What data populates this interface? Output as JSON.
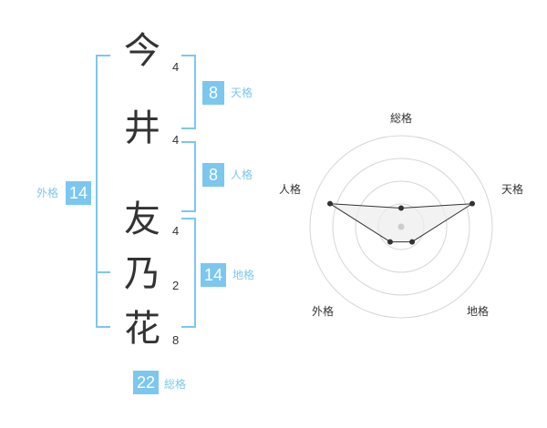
{
  "name": {
    "chars": [
      {
        "char": "今",
        "strokes": "4"
      },
      {
        "char": "井",
        "strokes": "4"
      },
      {
        "char": "友",
        "strokes": "4"
      },
      {
        "char": "乃",
        "strokes": "2"
      },
      {
        "char": "花",
        "strokes": "8"
      }
    ]
  },
  "fortunes": {
    "tenkaku": {
      "value": "8",
      "label": "天格"
    },
    "jinkaku": {
      "value": "8",
      "label": "人格"
    },
    "chikaku": {
      "value": "14",
      "label": "地格"
    },
    "gaikaku": {
      "value": "14",
      "label": "外格"
    },
    "soukaku": {
      "value": "22",
      "label": "総格"
    }
  },
  "chart_data": {
    "type": "radar",
    "axes": [
      "総格",
      "天格",
      "地格",
      "外格",
      "人格"
    ],
    "values": [
      1,
      4,
      1,
      1,
      4
    ],
    "rings": 4,
    "fill_color": "#ececec",
    "line_color": "#333333"
  },
  "colors": {
    "accent": "#7cc7ef"
  }
}
